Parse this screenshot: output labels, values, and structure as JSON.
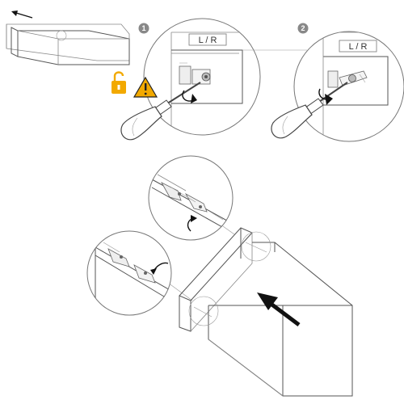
{
  "steps": [
    {
      "number": "1",
      "side_label": "L / R"
    },
    {
      "number": "2",
      "side_label": "L / R"
    }
  ],
  "colors": {
    "lock_icon": "#f2a900",
    "warning_icon": "#f2a900",
    "step_badge": "#888888",
    "arrow": "#111111",
    "line": "#555555"
  },
  "icons": [
    "arrow-left-icon",
    "unlock-icon",
    "warning-icon",
    "rotate-arrow-icon",
    "push-arrow-icon"
  ]
}
